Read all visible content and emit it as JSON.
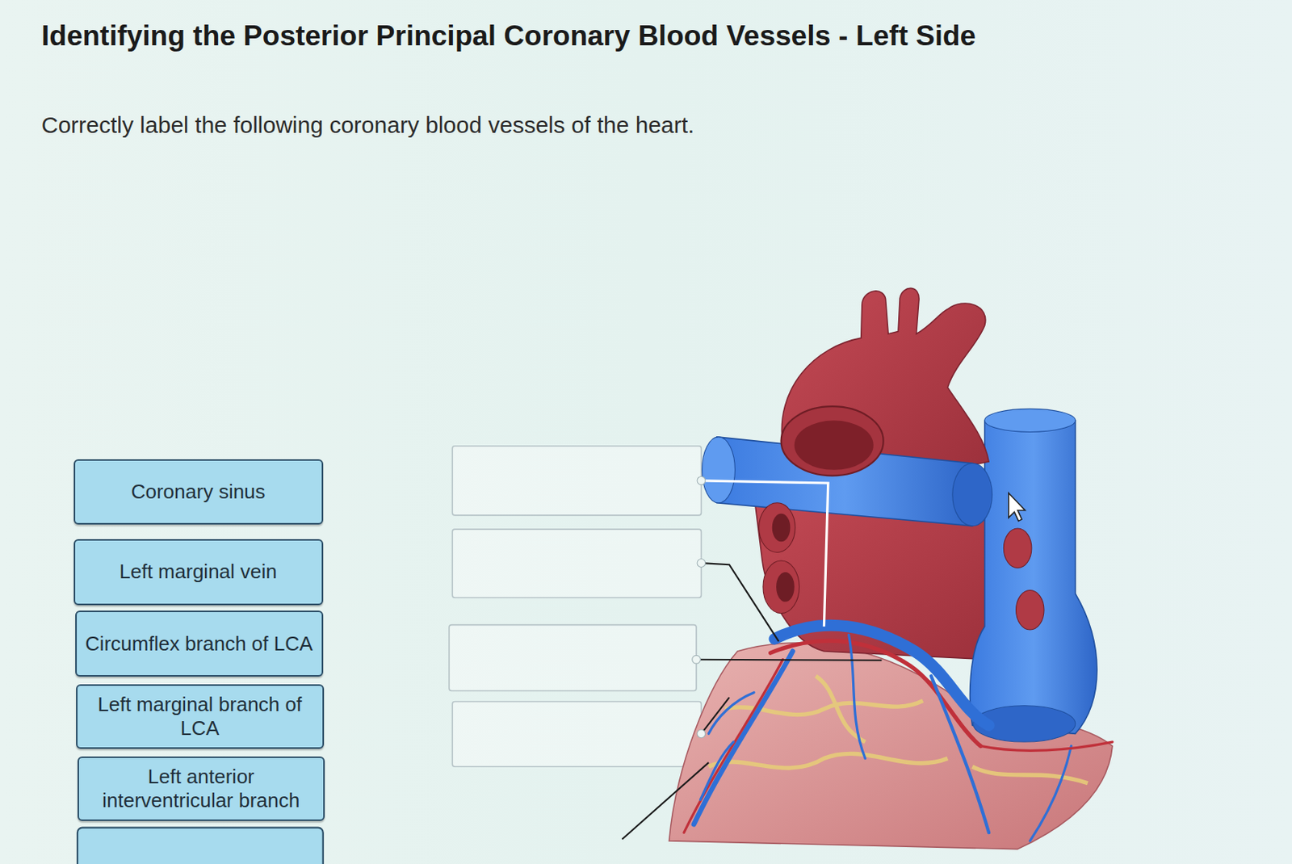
{
  "diagram": {
    "title": "Identifying the Posterior Principal Coronary Blood Vessels - Left Side",
    "caption": "Correctly label the following coronary blood vessels of the heart.",
    "nodes": [
      {
        "text": [
          "Coronary sinus"
        ]
      },
      {
        "text": [
          "Left marginal vein"
        ]
      },
      {
        "text": [
          "Circumflex branch of LCA"
        ]
      },
      {
        "text": [
          "Left marginal branch of LCA"
        ]
      },
      {
        "text": [
          "Left anterior interventricular branch"
        ]
      }
    ]
  }
}
